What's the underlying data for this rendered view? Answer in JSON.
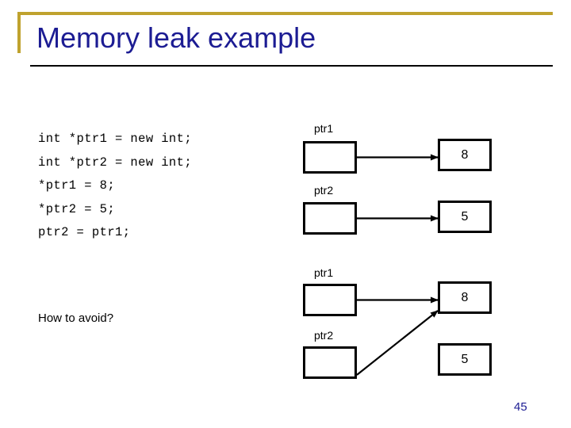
{
  "slide": {
    "title": "Memory leak example",
    "page_number": "45",
    "accent_gold": "#bfa22e",
    "title_color": "#1c1c93",
    "line_color": "#000000"
  },
  "code": {
    "lines": [
      "int *ptr1 = new int;",
      "int *ptr2 = new int;",
      "*ptr1 = 8;",
      "*ptr2 = 5;",
      "ptr2 = ptr1;"
    ],
    "text": "int *ptr1 = new int;\nint *ptr2 = new int;\n*ptr1 = 8;\n*ptr2 = 5;\nptr2 = ptr1;"
  },
  "question": {
    "label": "How to avoid?"
  },
  "diagram_before": {
    "caption": "",
    "pointers": [
      {
        "label": "ptr1",
        "points_to": "8"
      },
      {
        "label": "ptr2",
        "points_to": "5"
      }
    ],
    "values": [
      {
        "value": "8"
      },
      {
        "value": "5"
      }
    ]
  },
  "diagram_after": {
    "caption": "",
    "pointers": [
      {
        "label": "ptr1",
        "points_to": "8"
      },
      {
        "label": "ptr2",
        "points_to": "8"
      }
    ],
    "values": [
      {
        "value": "8"
      },
      {
        "value": "5"
      }
    ]
  }
}
